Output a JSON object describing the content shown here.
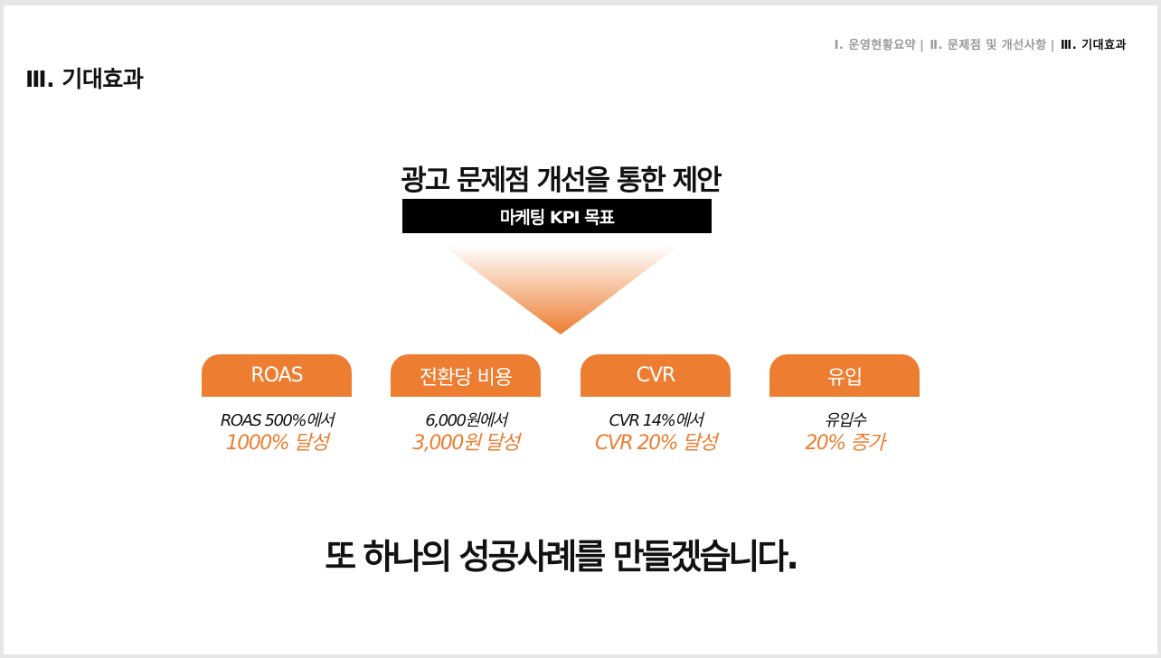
{
  "nav": {
    "items": [
      "Ⅰ. 운영현황요약",
      "Ⅱ. 문제점 및 개선사항",
      "Ⅲ. 기대효과"
    ],
    "separator": "|",
    "active_index": 2
  },
  "section_title": "Ⅲ. 기대효과",
  "heading": "광고 문제점 개선을 통한 제안",
  "kpi_label": "마케팅 KPI 목표",
  "cards": [
    {
      "title": "ROAS",
      "line1": "ROAS 500%에서",
      "line2": "1000% 달성"
    },
    {
      "title": "전환당 비용",
      "line1": "6,000원에서",
      "line2": "3,000원 달성"
    },
    {
      "title": "CVR",
      "line1": "CVR 14%에서",
      "line2": "CVR 20% 달성"
    },
    {
      "title": "유입",
      "line1": "유입수",
      "line2": "20% 증가"
    }
  ],
  "closing": "또 하나의 성공사례를 만들겠습니다.",
  "colors": {
    "accent": "#ed7d31",
    "text": "#111111",
    "muted": "#9a9a9a",
    "bar": "#000000"
  }
}
